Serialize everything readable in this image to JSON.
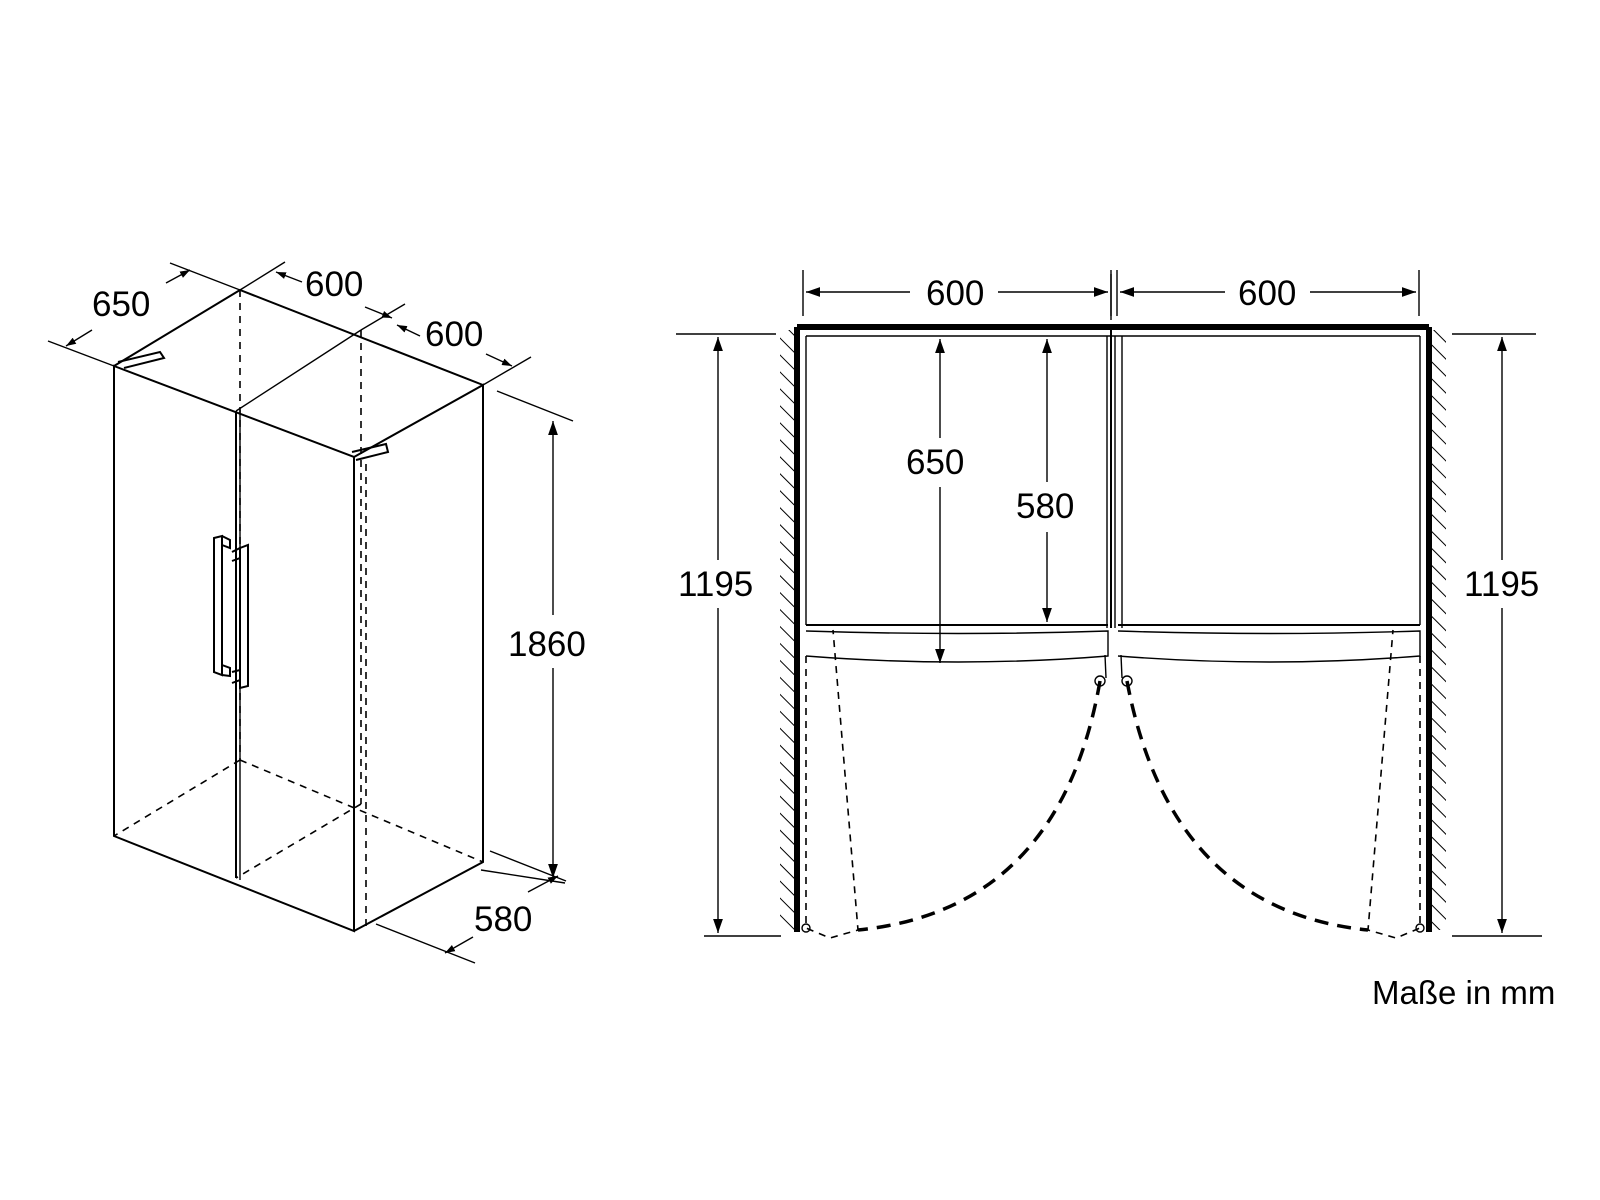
{
  "iso_view": {
    "depth_label": "650",
    "width_left_label": "600",
    "width_right_label": "600",
    "height_label": "1860",
    "body_depth_label": "580"
  },
  "plan_view": {
    "width_left_label": "600",
    "width_right_label": "600",
    "door_open_depth_label": "650",
    "body_depth_label": "580",
    "clearance_left_label": "1195",
    "clearance_right_label": "1195"
  },
  "unit_note": "Maße in mm"
}
